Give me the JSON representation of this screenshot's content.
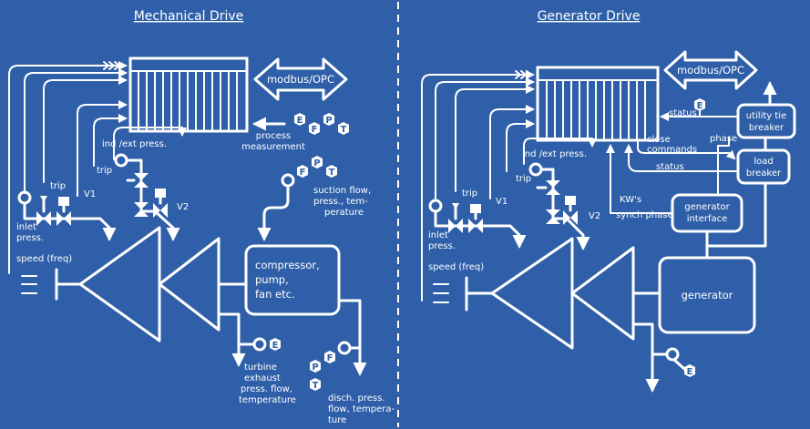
{
  "panels": {
    "mechanical": {
      "title": "Mechanical Drive",
      "modbus": "modbus/OPC",
      "process_measurement": [
        "process",
        "measurement"
      ],
      "ind_ext_press": "ind /ext press.",
      "trip": "trip",
      "trip2": "trip",
      "v1": "V1",
      "v2": "V2",
      "inlet_press": [
        "inlet",
        "press."
      ],
      "speed": "speed (freq)",
      "suction": [
        "suction flow,",
        "press., tem-",
        "perature"
      ],
      "load": [
        "compressor,",
        "pump,",
        "fan etc."
      ],
      "exhaust": [
        "turbine",
        "exhaust",
        "press. flow,",
        "temperature"
      ],
      "discharge": [
        "disch. press.",
        "flow, tempera-",
        "ture"
      ]
    },
    "generator": {
      "title": "Generator Drive",
      "modbus": "modbus/OPC",
      "ind_ext_press": "ind /ext press.",
      "trip": "trip",
      "trip2": "trip",
      "v1": "V1",
      "v2": "V2",
      "inlet_press": [
        "inlet",
        "press."
      ],
      "speed": "speed (freq)",
      "status_top": "status",
      "close_commands": [
        "close",
        "commands"
      ],
      "status_mid": "status",
      "phase": "phase",
      "kws": "KW's",
      "synch_phase": "synch phase",
      "utility_breaker": [
        "utility tie",
        "breaker"
      ],
      "load_breaker": [
        "load",
        "breaker"
      ],
      "gen_interface": [
        "generator",
        "interface"
      ],
      "generator": "generator"
    }
  },
  "badges": {
    "E": "E",
    "F": "F",
    "P": "P",
    "T": "T"
  },
  "colors": {
    "background": "#2f5fa8",
    "ink": "#ffffff"
  }
}
